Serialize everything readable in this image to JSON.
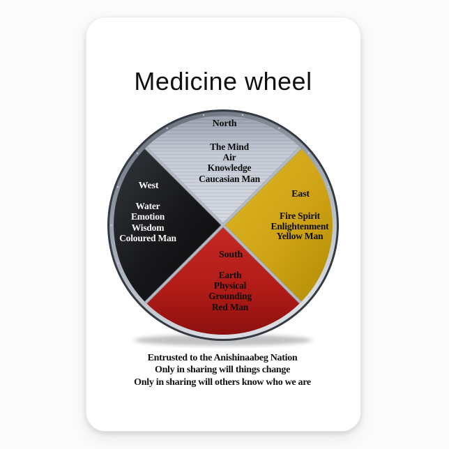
{
  "product": {
    "title": "Medicine wheel",
    "type_hint": "medicine-wheel-diagram-on-rounded-card"
  },
  "wheel": {
    "quadrants": [
      {
        "direction": "North",
        "lines": [
          "The Mind",
          "Air",
          "Knowledge",
          "Caucasian Man"
        ],
        "color": "#c9ced9",
        "text_color": "#0d0d0d"
      },
      {
        "direction": "East",
        "lines": [
          "Fire Spirit",
          "Enlightenment",
          "Yellow Man"
        ],
        "color": "#cfa713",
        "text_color": "#0d0d0d"
      },
      {
        "direction": "South",
        "lines": [
          "Earth",
          "Physical",
          "Grounding",
          "Red Man"
        ],
        "color": "#b01b17",
        "text_color": "#0d0d0d"
      },
      {
        "direction": "West",
        "lines": [
          "Water",
          "Emotion",
          "Wisdom",
          "Coloured Man"
        ],
        "color": "#141414",
        "text_color": "#f7f7f7"
      }
    ],
    "rim_color": "#3a414b",
    "divider_color": "#b4bac3"
  },
  "caption": {
    "lines": [
      "Entrusted to the Anishinaabeg Nation",
      "Only in sharing will things change",
      "Only in sharing will others know who we are"
    ]
  }
}
